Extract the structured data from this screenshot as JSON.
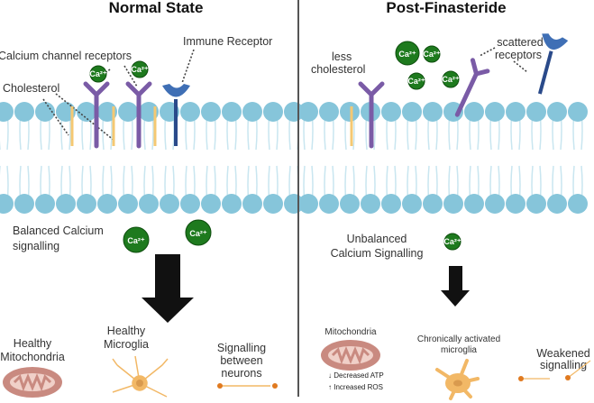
{
  "left": {
    "title": "Normal State",
    "calcium_channel_label": "Calcium channel receptors",
    "immune_receptor_label": "Immune Receptor",
    "cholesterol_label": "Cholesterol",
    "signalling_label": [
      "Balanced Calcium",
      "signalling"
    ],
    "mitochondria_label": [
      "Healthy",
      "Mitochondria"
    ],
    "microglia_label": [
      "Healthy",
      "Microglia"
    ],
    "neurons_label": [
      "Signalling",
      "between",
      "neurons"
    ]
  },
  "right": {
    "title": "Post-Finasteride",
    "cholesterol_label": [
      "less",
      "cholesterol"
    ],
    "receptors_label": [
      "scattered",
      "receptors"
    ],
    "signalling_label": [
      "Unbalanced",
      "Calcium Signalling"
    ],
    "mitochondria_label": "Mitochondria",
    "atp_label": "Decreased ATP",
    "ros_label": "Increased ROS",
    "microglia_label": [
      "Chronically activated",
      "microglia"
    ],
    "weakened_label": [
      "Weakened",
      "signalling"
    ]
  },
  "ion_label": "Ca²⁺",
  "colors": {
    "membrane": "#86c5da",
    "tail": "#c9e6f0",
    "receptor": "#7a5ba6",
    "immune": "#3f6fb5",
    "cholesterol": "#f5c872",
    "calcium": "#1e7a1e",
    "mitochondria": "#c98a80",
    "microglia": "#f2b866",
    "arrow": "#111111"
  }
}
